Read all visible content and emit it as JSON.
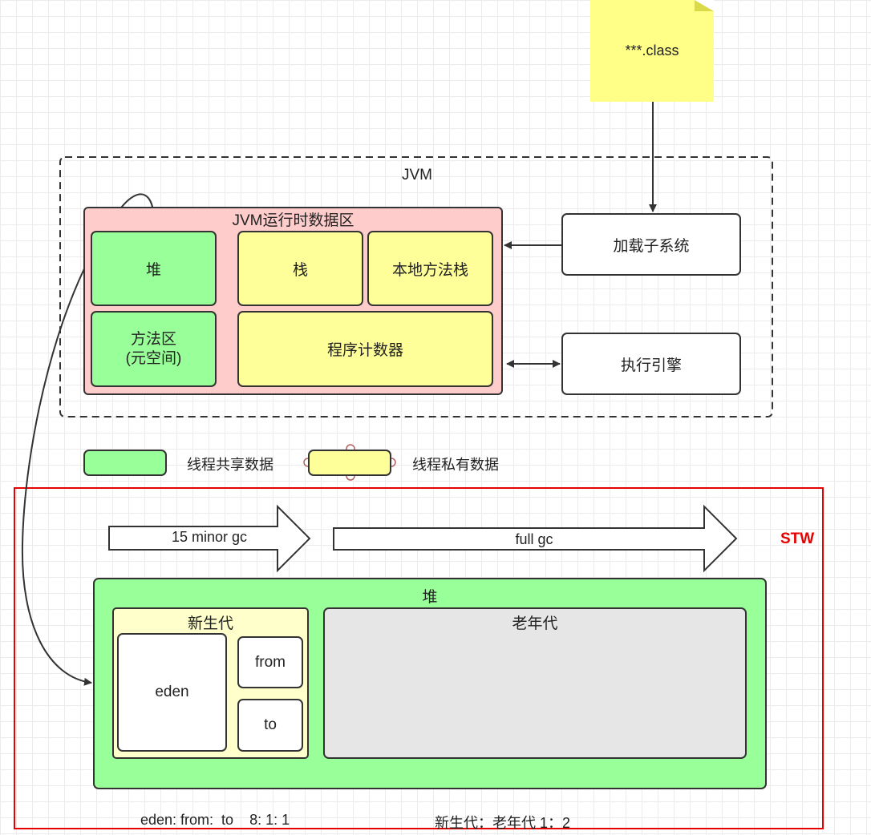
{
  "class_file": {
    "label": "***.class"
  },
  "jvm": {
    "title": "JVM",
    "runtime_area": {
      "title": "JVM运行时数据区",
      "heap": "堆",
      "method_area_line1": "方法区",
      "method_area_line2": "(元空间)",
      "stack": "栈",
      "native_stack": "本地方法栈",
      "pc_register": "程序计数器"
    },
    "class_loader": "加载子系统",
    "exec_engine": "执行引擎"
  },
  "legend": {
    "shared": "线程共享数据",
    "private": "线程私有数据"
  },
  "gc": {
    "minor_label": "15 minor gc",
    "full_label": "full gc",
    "stw_label": "STW"
  },
  "heap_detail": {
    "title": "堆",
    "young_gen": "新生代",
    "eden": "eden",
    "from": "from",
    "to": "to",
    "old_gen": "老年代"
  },
  "ratios": {
    "eden_survivor": "eden: from:  to    8: 1: 1",
    "young_old": "新生代：老年代 1：2"
  },
  "colors": {
    "shared": "#99ff99",
    "private": "#ffff99",
    "runtime_area": "#ffcccc",
    "note": "#ffff88",
    "old_gen": "#e6e6e6",
    "stw": "#e60000"
  }
}
